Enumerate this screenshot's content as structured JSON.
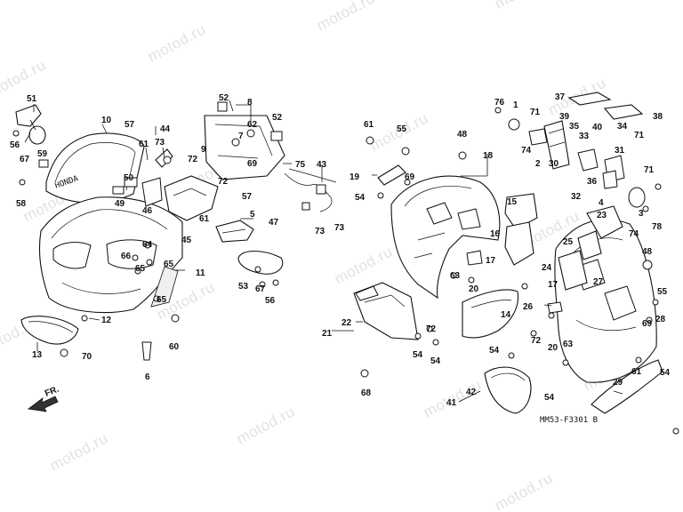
{
  "watermark": "motod.ru",
  "diagram_code": "MM53-F3301 B",
  "front_indicator": "FR.",
  "callouts": [
    {
      "id": "c51",
      "text": "51"
    },
    {
      "id": "c56a",
      "text": "56"
    },
    {
      "id": "c67a",
      "text": "67"
    },
    {
      "id": "c59",
      "text": "59"
    },
    {
      "id": "c58",
      "text": "58"
    },
    {
      "id": "c10",
      "text": "10"
    },
    {
      "id": "c57a",
      "text": "57"
    },
    {
      "id": "c61a",
      "text": "61"
    },
    {
      "id": "c73a",
      "text": "73"
    },
    {
      "id": "c44",
      "text": "44"
    },
    {
      "id": "c50",
      "text": "50"
    },
    {
      "id": "c49",
      "text": "49"
    },
    {
      "id": "c46",
      "text": "46"
    },
    {
      "id": "c52a",
      "text": "52"
    },
    {
      "id": "c8",
      "text": "8"
    },
    {
      "id": "c52b",
      "text": "52"
    },
    {
      "id": "c62",
      "text": "62"
    },
    {
      "id": "c7",
      "text": "7"
    },
    {
      "id": "c9",
      "text": "9"
    },
    {
      "id": "c72a",
      "text": "72"
    },
    {
      "id": "c69a",
      "text": "69"
    },
    {
      "id": "c75",
      "text": "75"
    },
    {
      "id": "c72b",
      "text": "72"
    },
    {
      "id": "c57b",
      "text": "57"
    },
    {
      "id": "c43",
      "text": "43"
    },
    {
      "id": "c61b",
      "text": "61"
    },
    {
      "id": "c5",
      "text": "5"
    },
    {
      "id": "c47",
      "text": "47"
    },
    {
      "id": "c45",
      "text": "45"
    },
    {
      "id": "c73b",
      "text": "73"
    },
    {
      "id": "c73c",
      "text": "73"
    },
    {
      "id": "c64",
      "text": "64"
    },
    {
      "id": "c66",
      "text": "66"
    },
    {
      "id": "c65a",
      "text": "65"
    },
    {
      "id": "c65b",
      "text": "65"
    },
    {
      "id": "c11",
      "text": "11"
    },
    {
      "id": "c65c",
      "text": "65"
    },
    {
      "id": "c12",
      "text": "12"
    },
    {
      "id": "c53",
      "text": "53"
    },
    {
      "id": "c67b",
      "text": "67"
    },
    {
      "id": "c56b",
      "text": "56"
    },
    {
      "id": "c13",
      "text": "13"
    },
    {
      "id": "c70",
      "text": "70"
    },
    {
      "id": "c60",
      "text": "60"
    },
    {
      "id": "c6",
      "text": "6"
    },
    {
      "id": "c61c",
      "text": "61"
    },
    {
      "id": "c55a",
      "text": "55"
    },
    {
      "id": "c48a",
      "text": "48"
    },
    {
      "id": "c18",
      "text": "18"
    },
    {
      "id": "c19",
      "text": "19"
    },
    {
      "id": "c69b",
      "text": "69"
    },
    {
      "id": "c54a",
      "text": "54"
    },
    {
      "id": "c15",
      "text": "15"
    },
    {
      "id": "c16",
      "text": "16"
    },
    {
      "id": "c17a",
      "text": "17"
    },
    {
      "id": "c63a",
      "text": "63"
    },
    {
      "id": "c20a",
      "text": "20"
    },
    {
      "id": "c14",
      "text": "14"
    },
    {
      "id": "c22",
      "text": "22"
    },
    {
      "id": "c21",
      "text": "21"
    },
    {
      "id": "c72c",
      "text": "72"
    },
    {
      "id": "c54b",
      "text": "54"
    },
    {
      "id": "c54c",
      "text": "54"
    },
    {
      "id": "c68",
      "text": "68"
    },
    {
      "id": "c76",
      "text": "76"
    },
    {
      "id": "c1",
      "text": "1"
    },
    {
      "id": "c71a",
      "text": "71"
    },
    {
      "id": "c37",
      "text": "37"
    },
    {
      "id": "c39",
      "text": "39"
    },
    {
      "id": "c38",
      "text": "38"
    },
    {
      "id": "c35",
      "text": "35"
    },
    {
      "id": "c40",
      "text": "40"
    },
    {
      "id": "c34",
      "text": "34"
    },
    {
      "id": "c71b",
      "text": "71"
    },
    {
      "id": "c33",
      "text": "33"
    },
    {
      "id": "c74a",
      "text": "74"
    },
    {
      "id": "c2",
      "text": "2"
    },
    {
      "id": "c30",
      "text": "30"
    },
    {
      "id": "c31",
      "text": "31"
    },
    {
      "id": "c71c",
      "text": "71"
    },
    {
      "id": "c36",
      "text": "36"
    },
    {
      "id": "c32",
      "text": "32"
    },
    {
      "id": "c3",
      "text": "3"
    },
    {
      "id": "c78",
      "text": "78"
    },
    {
      "id": "c74b",
      "text": "74"
    },
    {
      "id": "c23",
      "text": "23"
    },
    {
      "id": "c4",
      "text": "4"
    },
    {
      "id": "c25",
      "text": "25"
    },
    {
      "id": "c48b",
      "text": "48"
    },
    {
      "id": "c24",
      "text": "24"
    },
    {
      "id": "c27",
      "text": "27"
    },
    {
      "id": "c17b",
      "text": "17"
    },
    {
      "id": "c26",
      "text": "26"
    },
    {
      "id": "c55b",
      "text": "55"
    },
    {
      "id": "c28",
      "text": "28"
    },
    {
      "id": "c69c",
      "text": "69"
    },
    {
      "id": "c72d",
      "text": "72"
    },
    {
      "id": "c20b",
      "text": "20"
    },
    {
      "id": "c63b",
      "text": "63"
    },
    {
      "id": "c61d",
      "text": "61"
    },
    {
      "id": "c54d",
      "text": "54"
    },
    {
      "id": "c54e",
      "text": "54"
    },
    {
      "id": "c42",
      "text": "42"
    },
    {
      "id": "c41",
      "text": "41"
    },
    {
      "id": "c29",
      "text": "29"
    },
    {
      "id": "c54f",
      "text": "54"
    }
  ]
}
